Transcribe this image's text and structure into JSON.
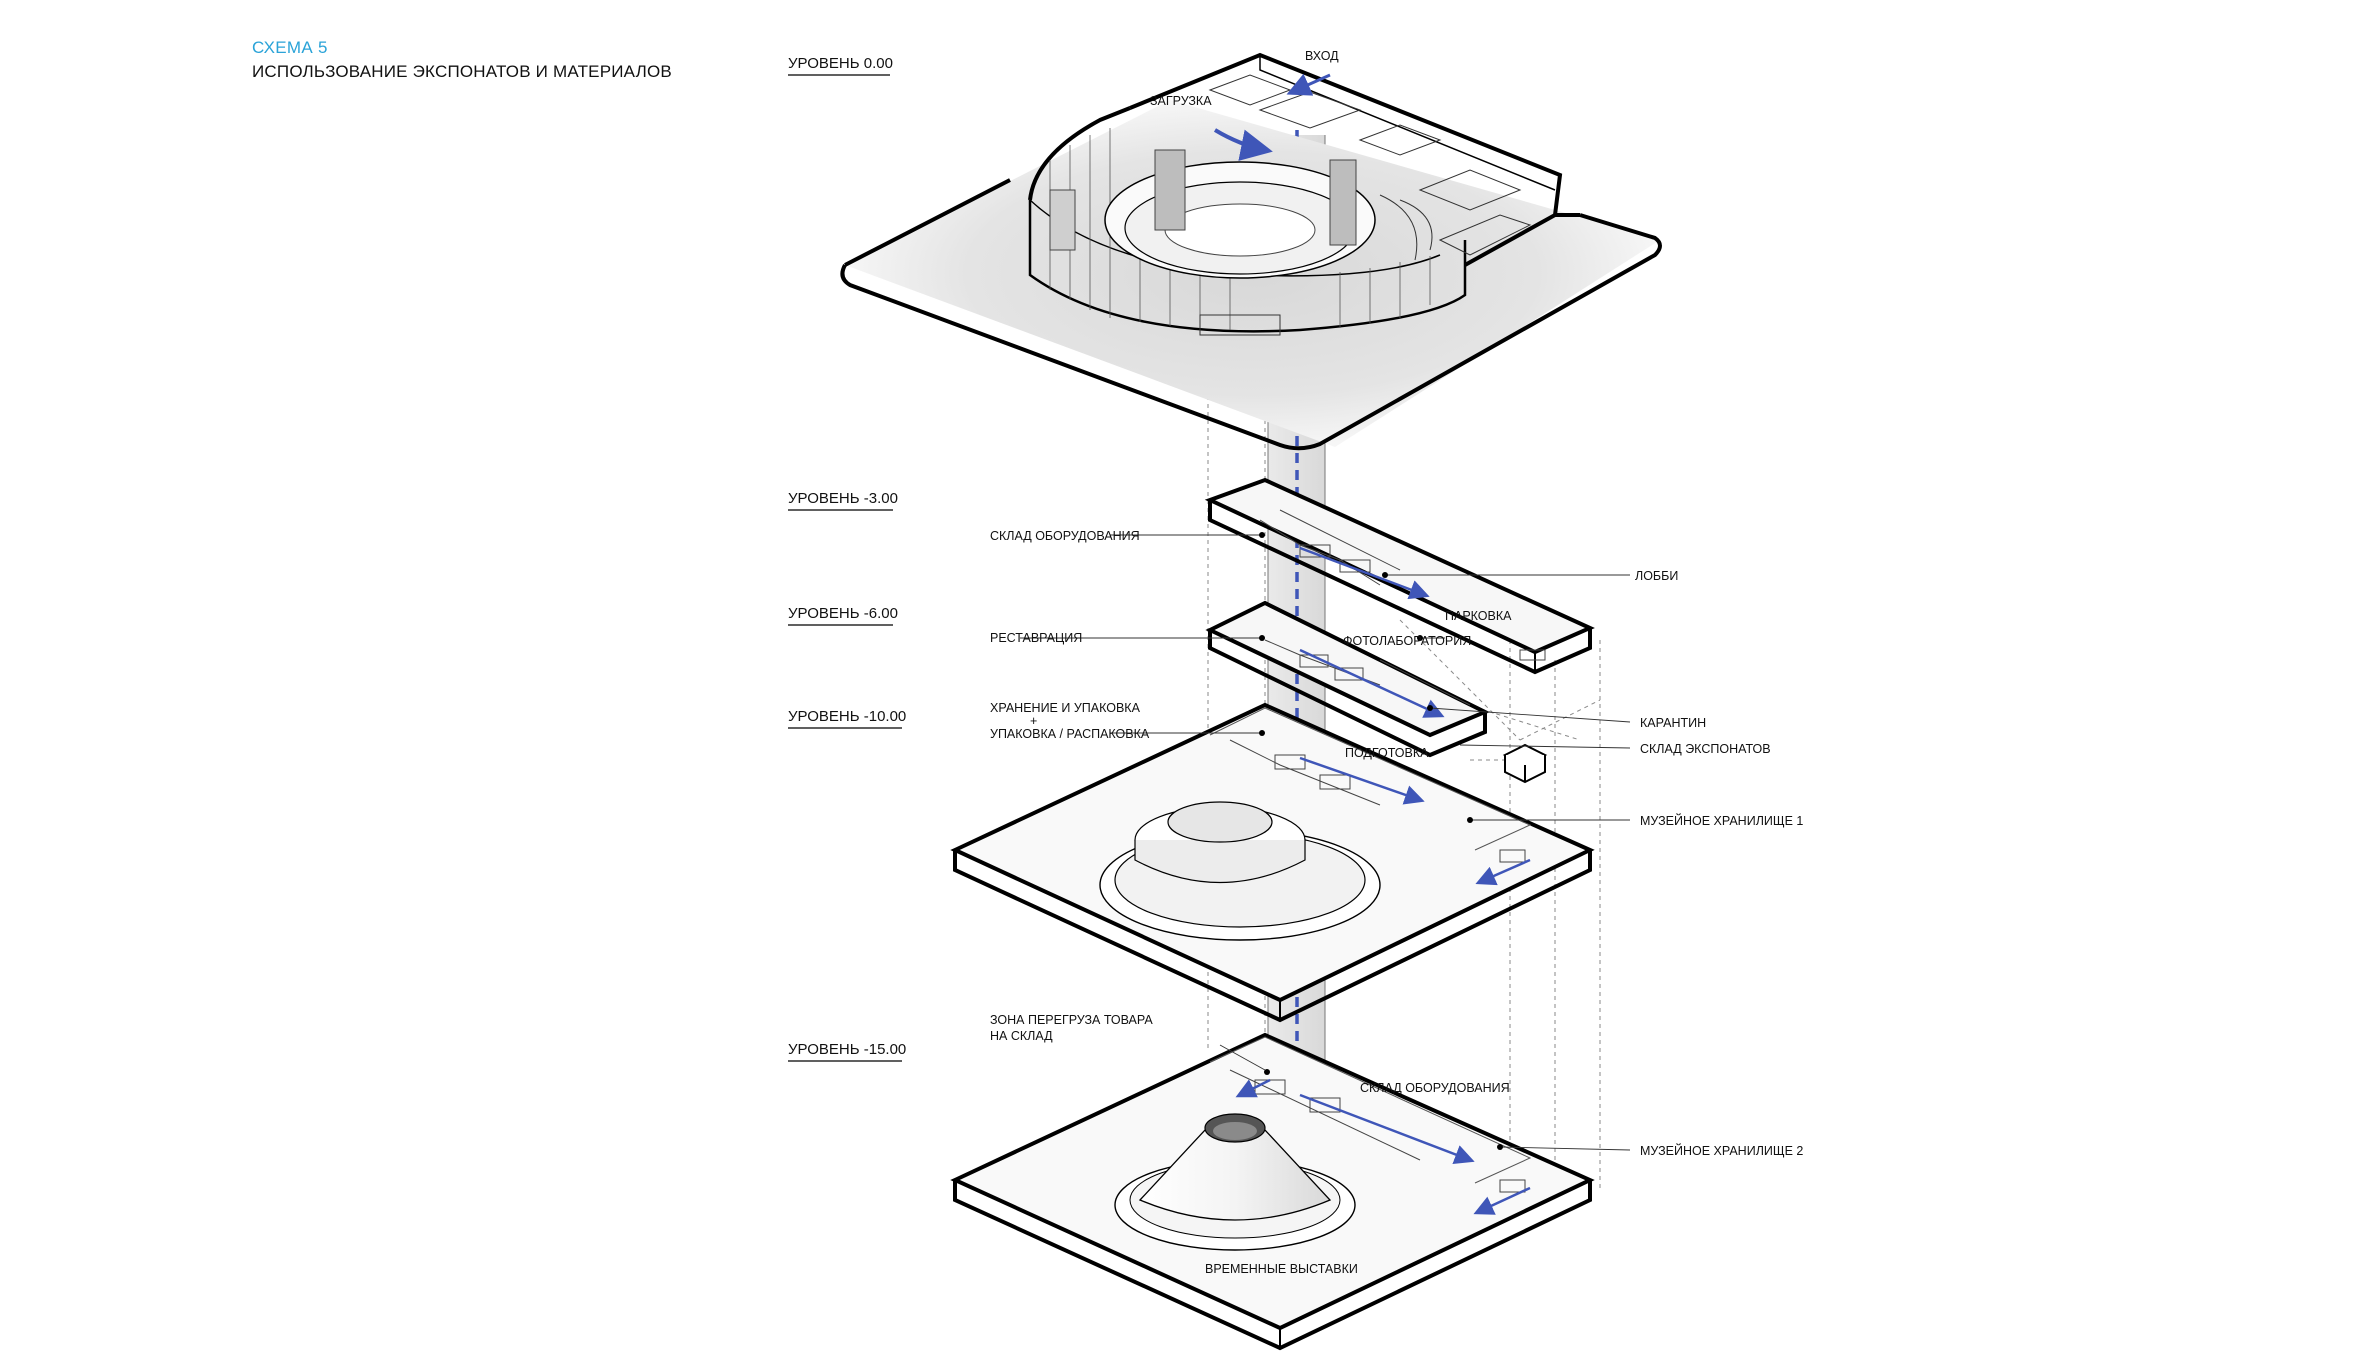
{
  "header": {
    "scheme_label": "СХЕМА 5",
    "title": "ИСПОЛЬЗОВАНИЕ ЭКСПОНАТОВ И МАТЕРИАЛОВ"
  },
  "colors": {
    "accent": "#2aa3d8",
    "flow_arrow": "#3f56b8",
    "outline": "#000000",
    "leader": "#333333"
  },
  "levels": {
    "l0": "УРОВЕНЬ 0.00",
    "l3": "УРОВЕНЬ -3.00",
    "l6": "УРОВЕНЬ -6.00",
    "l10": "УРОВЕНЬ -10.00",
    "l15": "УРОВЕНЬ -15.00"
  },
  "labels": {
    "entrance": "ВХОД",
    "loading": "ЗАГРУЗКА",
    "equipment_storage": "СКЛАД ОБОРУДОВАНИЯ",
    "lobby": "ЛОББИ",
    "parking": "ПАРКОВКА",
    "restoration": "РЕСТАВРАЦИЯ",
    "photolab": "ФОТОЛАБОРАТОРИЯ",
    "storage_packing_1": "ХРАНЕНИЕ И УПАКОВКА",
    "storage_packing_plus": "+",
    "storage_packing_2": "УПАКОВКА / РАСПАКОВКА",
    "quarantine": "КАРАНТИН",
    "exhibit_storage": "СКЛАД ЭКСПОНАТОВ",
    "preparation": "ПОДГОТОВКА",
    "museum_storage_1": "МУЗЕЙНОЕ ХРАНИЛИЩЕ 1",
    "transfer_zone_1": "ЗОНА ПЕРЕГРУЗА ТОВАРА",
    "transfer_zone_2": "НА СКЛАД",
    "equipment_storage_2": "СКЛАД ОБОРУДОВАНИЯ",
    "museum_storage_2": "МУЗЕЙНОЕ ХРАНИЛИЩЕ 2",
    "temporary_exhibitions": "ВРЕМЕННЫЕ ВЫСТАВКИ"
  }
}
